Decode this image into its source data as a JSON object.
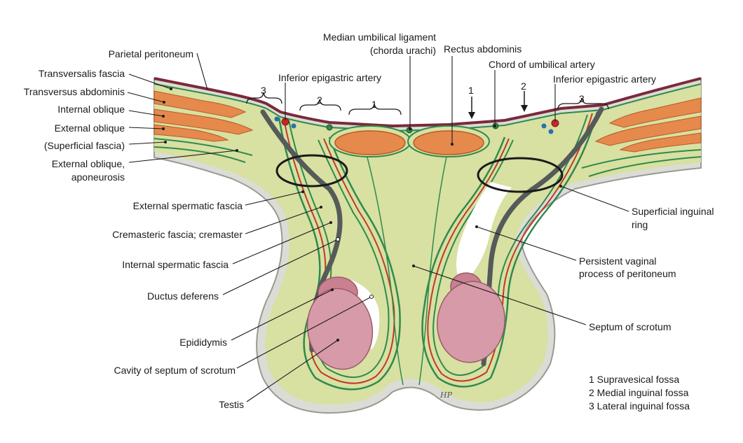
{
  "labels": {
    "parietal_peritoneum": "Parietal peritoneum",
    "transversalis_fascia": "Transversalis fascia",
    "transversus_abdominis": "Transversus abdominis",
    "internal_oblique": "Internal oblique",
    "external_oblique": "External oblique",
    "superficial_fascia": "(Superficial fascia)",
    "external_oblique_aponeurosis_1": "External oblique,",
    "external_oblique_aponeurosis_2": "aponeurosis",
    "external_spermatic_fascia": "External spermatic fascia",
    "cremasteric_fascia": "Cremasteric fascia; cremaster",
    "internal_spermatic_fascia": "Internal spermatic fascia",
    "ductus_deferens": "Ductus deferens",
    "epididymis": "Epididymis",
    "cavity_septum": "Cavity of septum of scrotum",
    "testis": "Testis",
    "inferior_epigastric_artery_left": "Inferior epigastric artery",
    "median_umbilical_ligament_1": "Median umbilical ligament",
    "median_umbilical_ligament_2": "(chorda urachi)",
    "rectus_abdominis": "Rectus abdominis",
    "chord_umbilical_artery": "Chord of umbilical artery",
    "inferior_epigastric_artery_right": "Inferior epigastric artery",
    "superficial_inguinal_ring_1": "Superficial inguinal",
    "superficial_inguinal_ring_2": "ring",
    "persistent_vaginal_1": "Persistent vaginal",
    "persistent_vaginal_2": "process of peritoneum",
    "septum_of_scrotum": "Septum of scrotum"
  },
  "fossa_markers": {
    "left_3": "3",
    "left_2": "2",
    "center_1": "1",
    "right_1": "1",
    "right_2": "2",
    "right_3": "3"
  },
  "legend": [
    "1 Supravesical fossa",
    "2 Medial inguinal fossa",
    "3 Lateral inguinal fossa"
  ],
  "signature": "HP",
  "colors": {
    "skin": "#dcdcd6",
    "skin_edge": "#9a9a94",
    "tissue": "#d8e0a2",
    "tissue_light": "#e9eec4",
    "green_layer": "#2e8a4e",
    "red_layer": "#c0392b",
    "muscle": "#e58a4c",
    "muscle_dark": "#b85a24",
    "peritoneum": "#7a2a3a",
    "testis": "#d79aa8",
    "testis_dark": "#9c5a6a",
    "ductus": "#555a5a",
    "artery": "#c62828",
    "vein": "#2a6fb0",
    "text": "#1a1a1a"
  }
}
